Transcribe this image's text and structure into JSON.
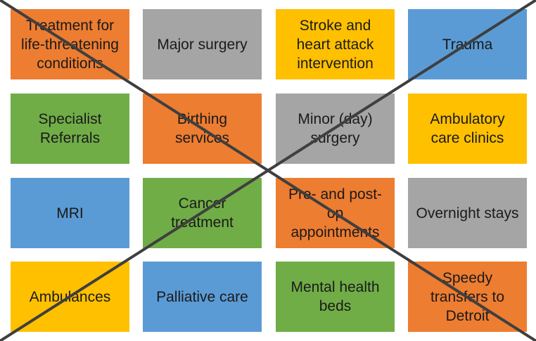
{
  "colors": {
    "orange": "#ed7d31",
    "gray": "#a5a5a5",
    "yellow": "#ffc000",
    "blue": "#5b9bd5",
    "green": "#70ad47",
    "cross": "#3f3f3f"
  },
  "tiles": [
    {
      "label": "Treatment for\nlife-threatening\nconditions",
      "color": "orange"
    },
    {
      "label": "Major surgery",
      "color": "gray"
    },
    {
      "label": "Stroke and\nheart attack\nintervention",
      "color": "yellow"
    },
    {
      "label": "Trauma",
      "color": "blue"
    },
    {
      "label": "Specialist\nReferrals",
      "color": "green"
    },
    {
      "label": "Birthing\nservices",
      "color": "orange"
    },
    {
      "label": "Minor (day)\nsurgery",
      "color": "gray"
    },
    {
      "label": "Ambulatory\ncare clinics",
      "color": "yellow"
    },
    {
      "label": "MRI",
      "color": "blue"
    },
    {
      "label": "Cancer\ntreatment",
      "color": "green"
    },
    {
      "label": "Pre- and post-\nop\nappointments",
      "color": "orange"
    },
    {
      "label": "Overnight stays",
      "color": "gray"
    },
    {
      "label": "Ambulances",
      "color": "yellow"
    },
    {
      "label": "Palliative care",
      "color": "blue"
    },
    {
      "label": "Mental health\nbeds",
      "color": "green"
    },
    {
      "label": "Speedy\ntransfers to\nDetroit",
      "color": "orange"
    }
  ]
}
